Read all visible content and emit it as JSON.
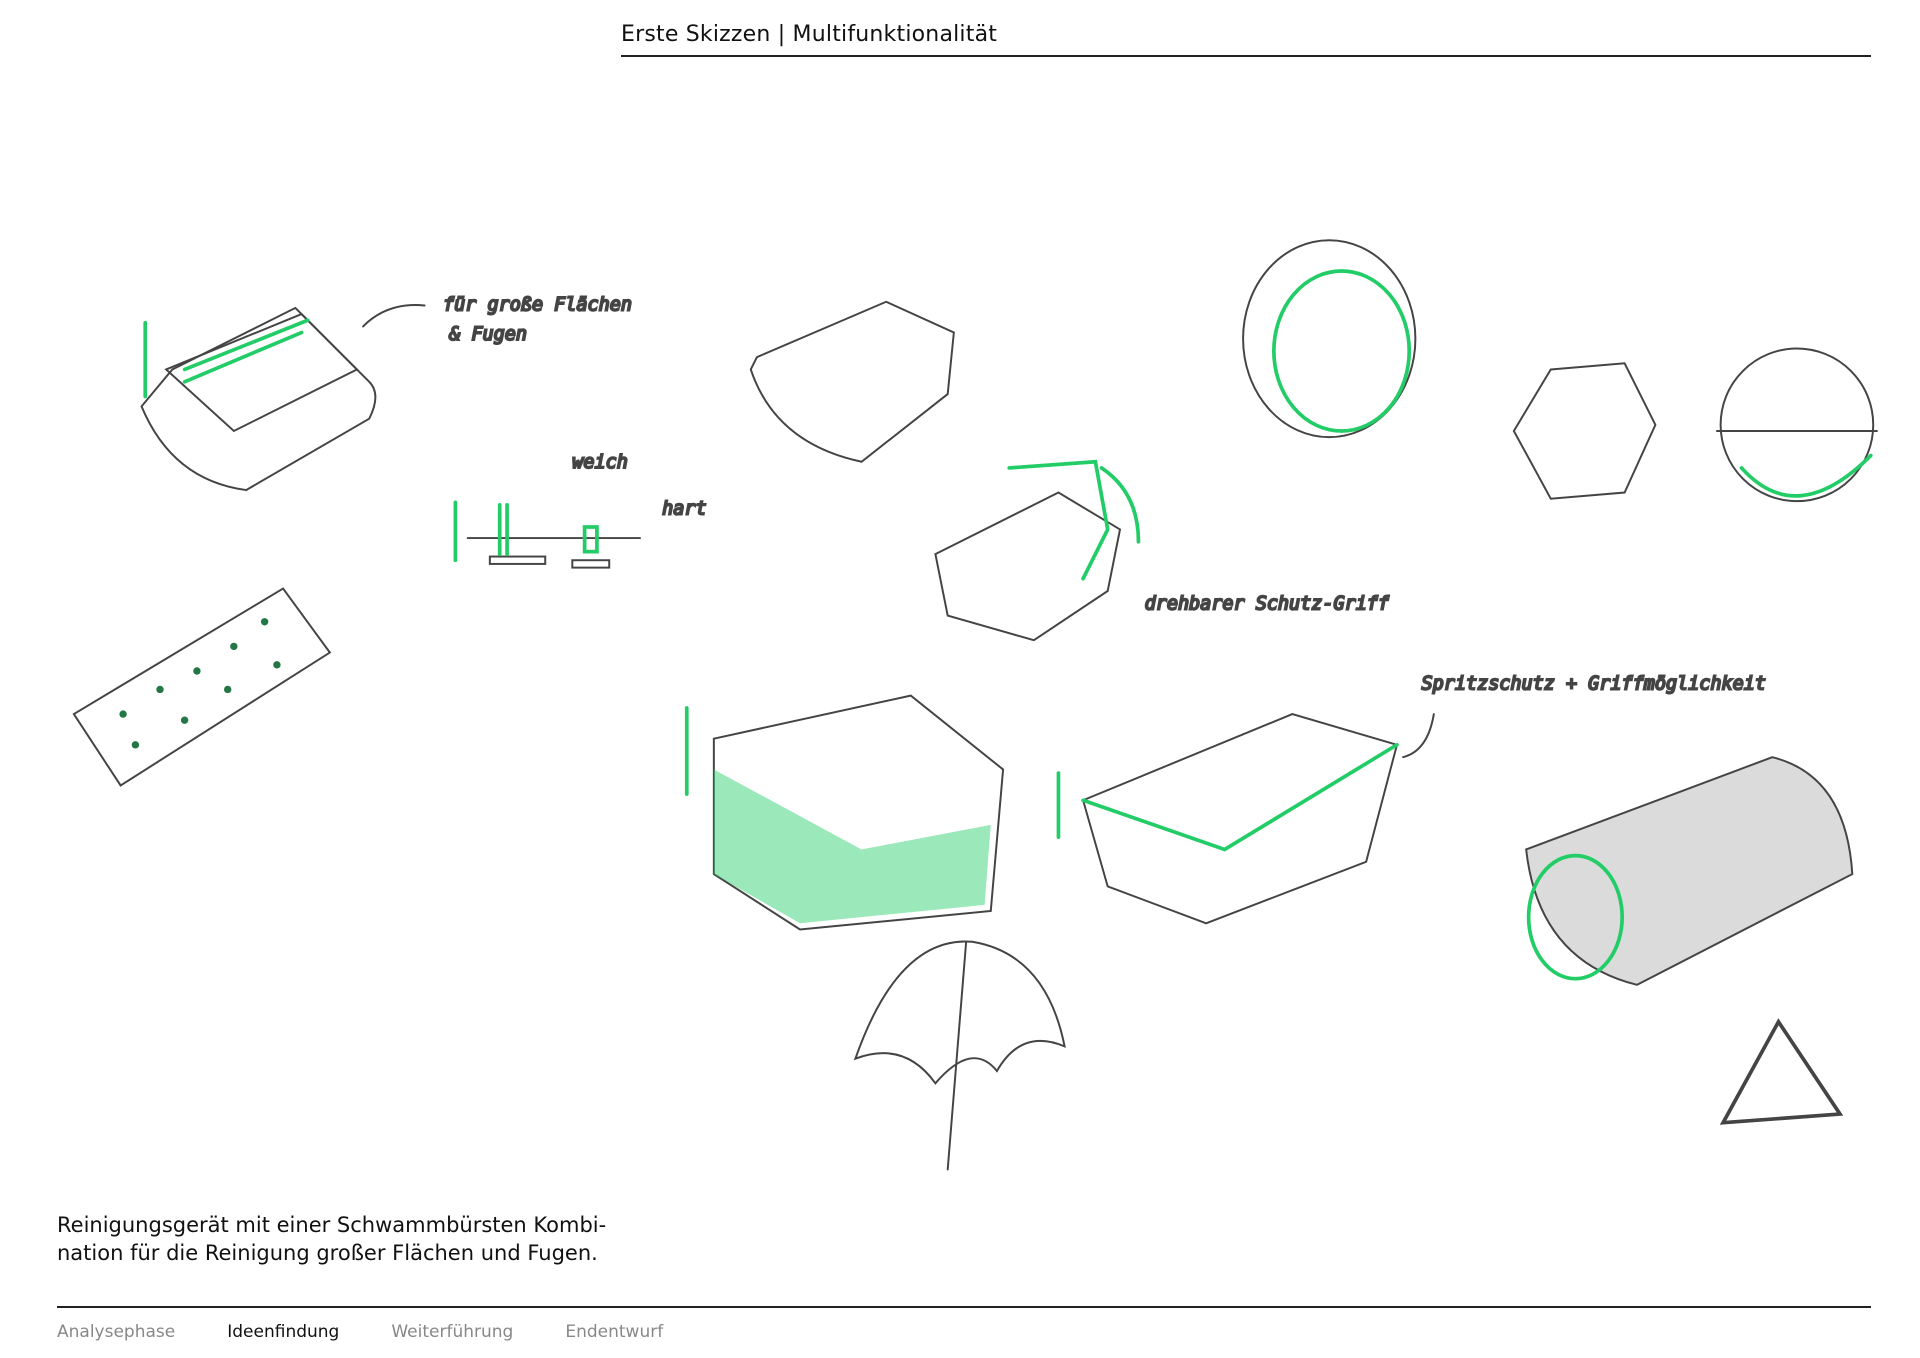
{
  "header": {
    "title": "Erste Skizzen | Multifunktionalität"
  },
  "sketch_annotations": {
    "large_surfaces": "für große Flächen",
    "joints": "& Fugen",
    "soft": "weich",
    "hard": "hart",
    "rotating_grip": "drehbarer Schutz-Griff",
    "splash_guard": "Spritzschutz + Griffmöglichkeit"
  },
  "description": {
    "line1": "Reinigungsgerät mit einer Schwammbürsten Kombi-",
    "line2": "nation für die Reinigung großer Flächen und Fugen."
  },
  "footer_nav": [
    {
      "label": "Analysephase"
    },
    {
      "label": "Ideenfindung",
      "active": true
    },
    {
      "label": "Weiterführung"
    },
    {
      "label": "Endentwurf"
    }
  ],
  "colors": {
    "accent_green": "#22cc66",
    "pencil": "#444444"
  }
}
